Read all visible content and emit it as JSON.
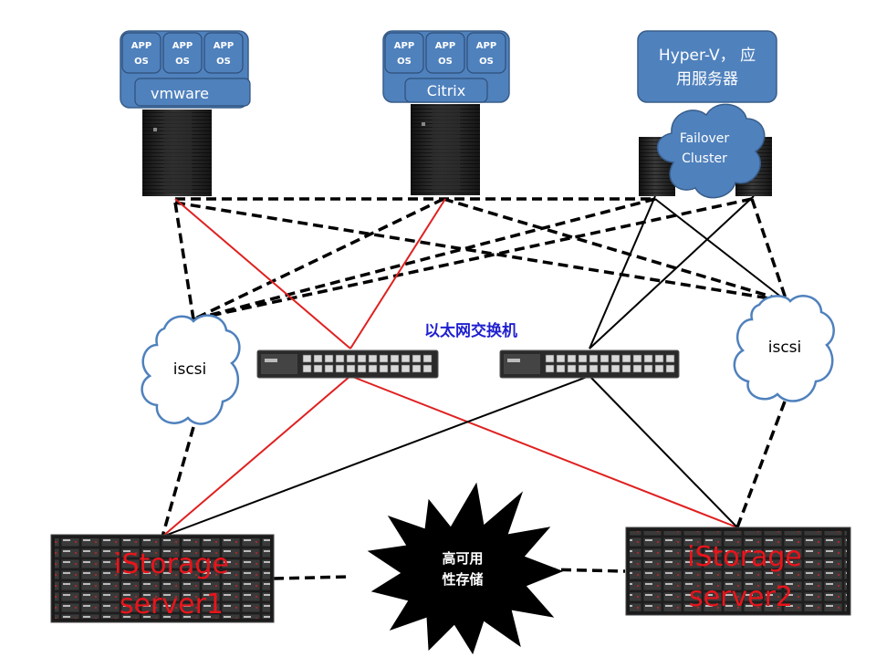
{
  "hosts": {
    "vmware": {
      "app_os": [
        {
          "app": "APP",
          "os": "OS"
        },
        {
          "app": "APP",
          "os": "OS"
        },
        {
          "app": "APP",
          "os": "OS"
        }
      ],
      "platform": "vmware"
    },
    "citrix": {
      "app_os": [
        {
          "app": "APP",
          "os": "OS"
        },
        {
          "app": "APP",
          "os": "OS"
        },
        {
          "app": "APP",
          "os": "OS"
        }
      ],
      "platform": "Citrix"
    },
    "hyperv": {
      "line1": "Hyper-V， 应",
      "line2": "用服务器",
      "cluster_line1": "Failover",
      "cluster_line2": "Cluster"
    }
  },
  "network": {
    "switch_label": "以太网交换机",
    "iscsi_left": "iscsi",
    "iscsi_right": "iscsi"
  },
  "storage": {
    "server1_line1": "iStorage",
    "server1_line2": "server1",
    "server2_line1": "iStorage",
    "server2_line2": "server2",
    "ha_line1": "高可用",
    "ha_line2": "性存储"
  },
  "colors": {
    "blue_box": "#4f81bd",
    "blue_border": "#385d8a",
    "red_line": "#e02020",
    "storage_text": "#e8141b",
    "switch_label": "#1f1fd0"
  }
}
